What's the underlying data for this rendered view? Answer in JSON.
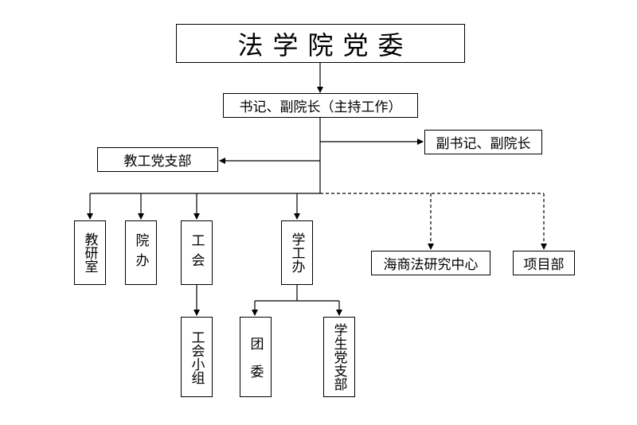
{
  "nodes": {
    "root": "法学院党委",
    "secretary": "书记、副院长（主持工作）",
    "deputy": "副书记、副院长",
    "staff_branch": "教工党支部",
    "teaching_office": "教研室",
    "college_office": "院办",
    "union": "工会",
    "student_office": "学工办",
    "research_center": "海商法研究中心",
    "project_dept": "项目部",
    "union_group": "工会小组",
    "youth_league": "团委",
    "student_branch": "学生党支部"
  }
}
